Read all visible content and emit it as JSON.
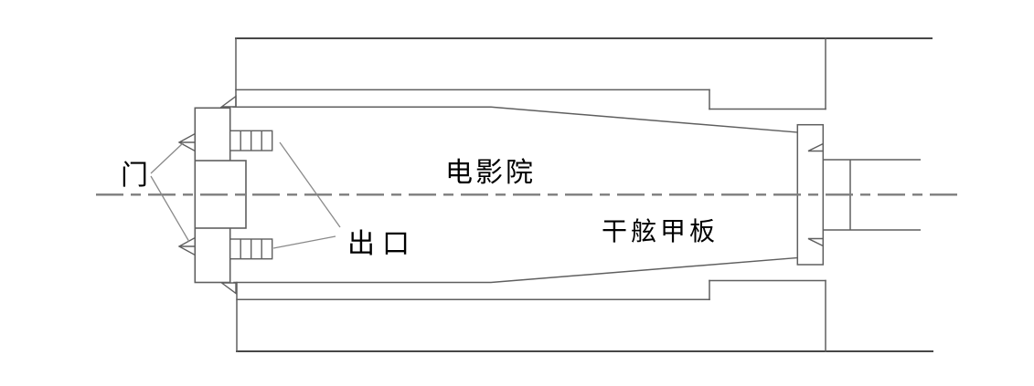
{
  "labels": {
    "door": "门",
    "exit": "出口",
    "cinema": "电影院",
    "freeboard_deck": "干舷甲板"
  },
  "colors": {
    "background": "#ffffff",
    "line": "#5f5f5f",
    "outer_line": "#474747",
    "centerline": "#7d7d7d",
    "leader": "#8a8a8a",
    "text": "#000000"
  }
}
